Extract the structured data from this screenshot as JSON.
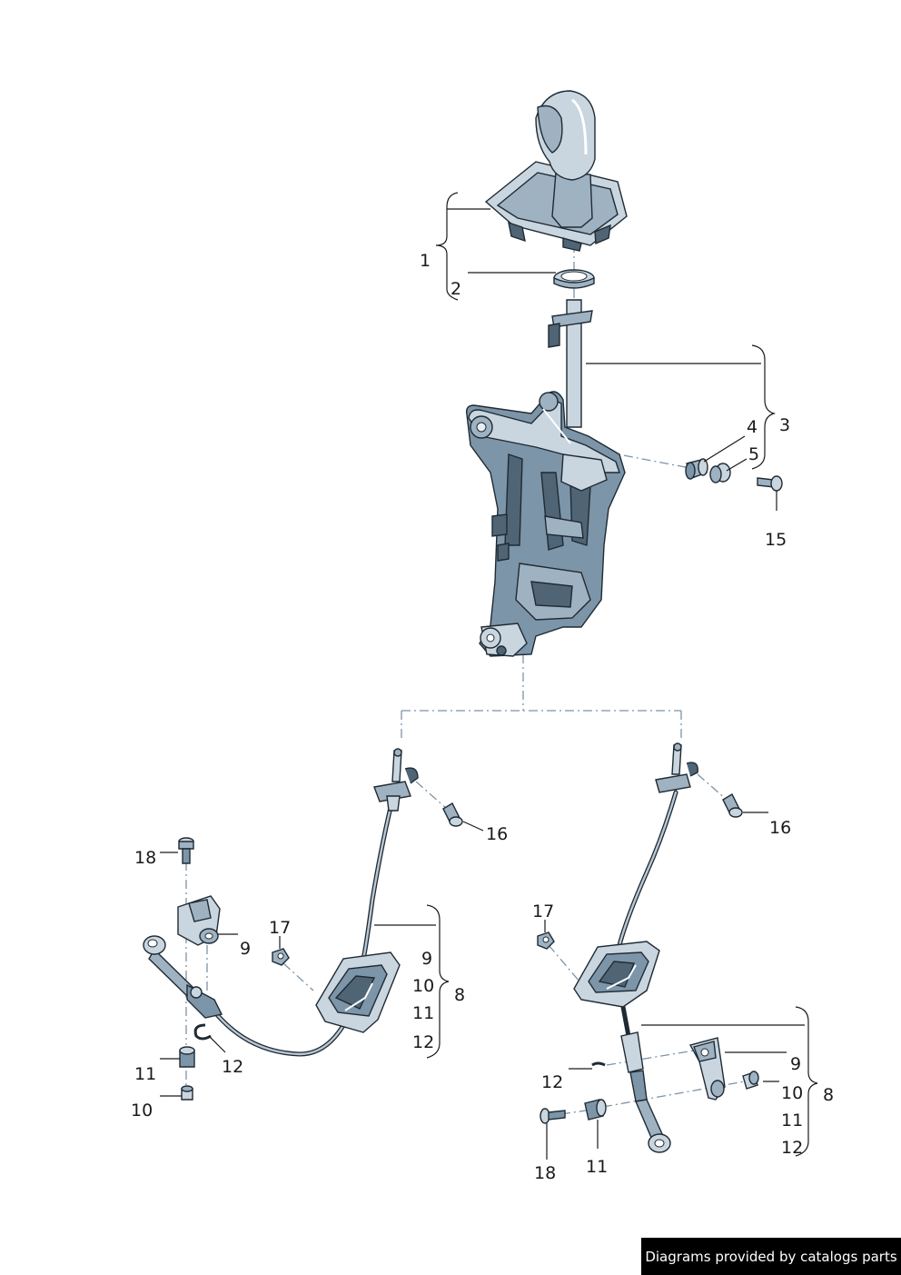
{
  "diagram": {
    "callouts": [
      "1",
      "2",
      "3",
      "4",
      "5",
      "15",
      "16",
      "16",
      "18",
      "9",
      "17",
      "9",
      "10",
      "11",
      "12",
      "8",
      "11",
      "12",
      "10",
      "17",
      "9",
      "12",
      "10",
      "8",
      "11",
      "12",
      "18",
      "11"
    ]
  },
  "watermark": {
    "text": "Diagrams provided by catalogs parts"
  },
  "colors": {
    "part_fill": "#7d95a8",
    "part_light": "#c9d5df",
    "outline": "#1f2a33",
    "dash_line": "#7d93a6"
  }
}
